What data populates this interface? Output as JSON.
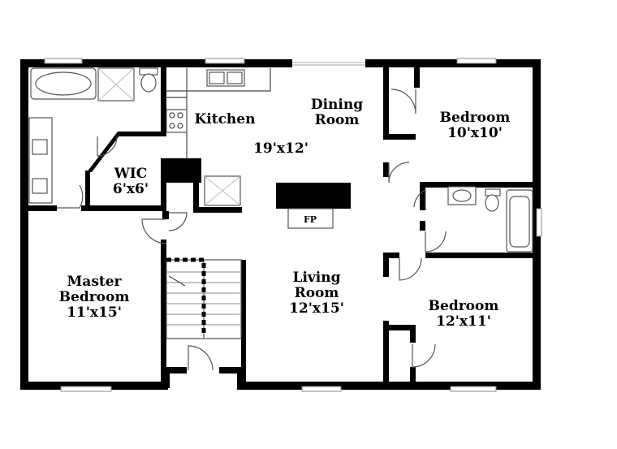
{
  "rooms": {
    "kitchen": {
      "name": "Kitchen"
    },
    "dining": {
      "name_line1": "Dining",
      "name_line2": "Room",
      "size": "19'x12'"
    },
    "bedroom_top": {
      "name": "Bedroom",
      "size": "10'x10'"
    },
    "wic": {
      "name": "WIC",
      "size": "6'x6'"
    },
    "master": {
      "name_line1": "Master",
      "name_line2": "Bedroom",
      "size": "11'x15'"
    },
    "living": {
      "name_line1": "Living",
      "name_line2": "Room",
      "size": "12'x15'"
    },
    "bedroom_bottom": {
      "name": "Bedroom",
      "size": "12'x11'"
    }
  },
  "fireplace": {
    "label": "FP"
  }
}
